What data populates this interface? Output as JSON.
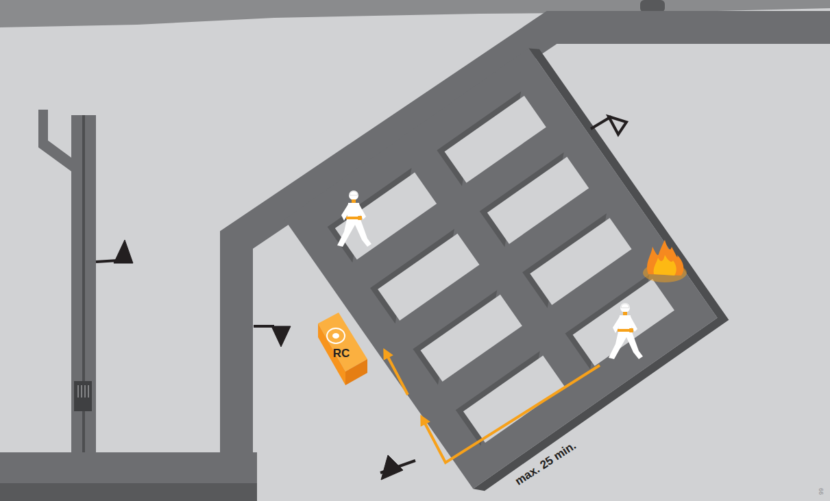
{
  "diagram": {
    "nodes": [
      {
        "text": [
          "RC"
        ]
      }
    ],
    "labels": [
      "max. 25 min.",
      "99"
    ]
  }
}
